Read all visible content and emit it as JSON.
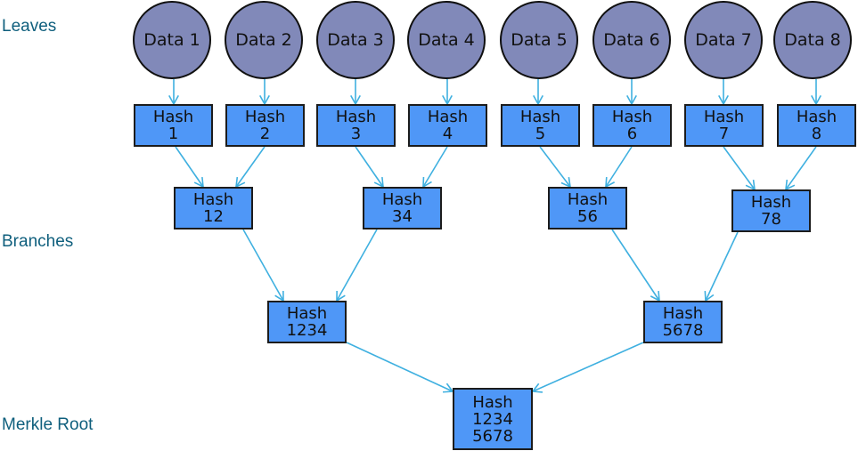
{
  "labels": {
    "leaves": "Leaves",
    "branches": "Branches",
    "root": "Merkle Root"
  },
  "colors": {
    "leaf_fill": "#8189b9",
    "hash_fill": "#4f97f7",
    "arrow": "#3fb0e0",
    "label_text": "#0f5f7d"
  },
  "leaves": [
    "Data 1",
    "Data 2",
    "Data 3",
    "Data 4",
    "Data 5",
    "Data 6",
    "Data 7",
    "Data 8"
  ],
  "leaf_hashes": [
    {
      "title": "Hash",
      "sub": "1"
    },
    {
      "title": "Hash",
      "sub": "2"
    },
    {
      "title": "Hash",
      "sub": "3"
    },
    {
      "title": "Hash",
      "sub": "4"
    },
    {
      "title": "Hash",
      "sub": "5"
    },
    {
      "title": "Hash",
      "sub": "6"
    },
    {
      "title": "Hash",
      "sub": "7"
    },
    {
      "title": "Hash",
      "sub": "8"
    }
  ],
  "level2": [
    {
      "title": "Hash",
      "sub": "12"
    },
    {
      "title": "Hash",
      "sub": "34"
    },
    {
      "title": "Hash",
      "sub": "56"
    },
    {
      "title": "Hash",
      "sub": "78"
    }
  ],
  "level3": [
    {
      "title": "Hash",
      "sub": "1234"
    },
    {
      "title": "Hash",
      "sub": "5678"
    }
  ],
  "root": {
    "title": "Hash",
    "sub": "1234",
    "sub2": "5678"
  }
}
